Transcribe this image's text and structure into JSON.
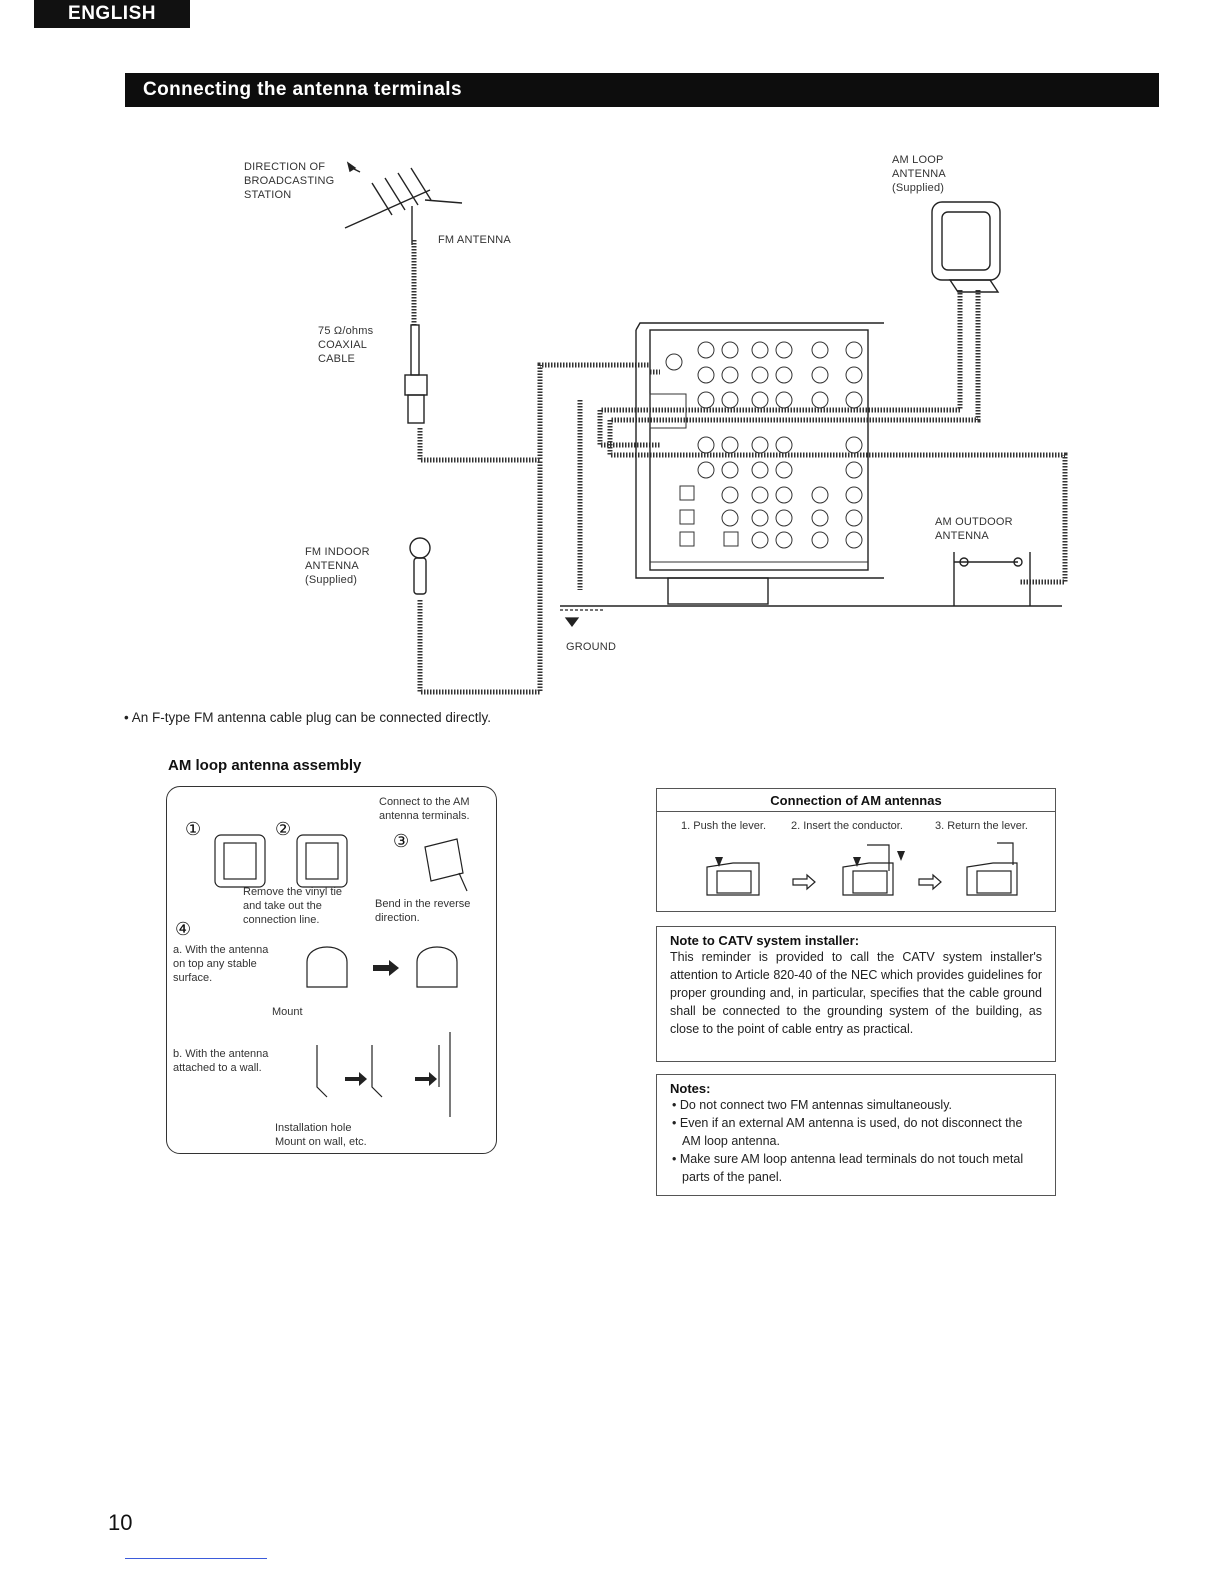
{
  "header": {
    "language_tab": "ENGLISH"
  },
  "section": {
    "title": "Connecting the antenna terminals"
  },
  "diagram": {
    "direction_label": "DIRECTION OF\nBROADCASTING\nSTATION",
    "fm_antenna": "FM ANTENNA",
    "coax_label": "75 Ω/ohms\nCOAXIAL\nCABLE",
    "fm_indoor": "FM INDOOR\nANTENNA\n(Supplied)",
    "ground": "GROUND",
    "am_loop": "AM LOOP\nANTENNA\n(Supplied)",
    "am_outdoor": "AM OUTDOOR\nANTENNA"
  },
  "fm_note": "• An F-type FM antenna cable plug can be connected directly.",
  "assembly": {
    "heading": "AM loop antenna assembly",
    "connect_text": "Connect to the AM\nantenna terminals.",
    "step1": "①",
    "step2": "②",
    "step3": "③",
    "step4": "④",
    "remove_text": "Remove the vinyl tie\nand take out the\nconnection line.",
    "bend_text": "Bend in the reverse\ndirection.",
    "a_text": "a. With the antenna\n    on top any stable\n    surface.",
    "mount": "Mount",
    "b_text": "b. With the antenna\n    attached to a wall.",
    "install_text": "Installation hole\nMount on wall, etc."
  },
  "connection_box": {
    "title": "Connection of AM antennas",
    "step1": "1. Push the lever.",
    "step2": "2. Insert the conductor.",
    "step3": "3. Return the lever."
  },
  "catv": {
    "title": "Note to CATV system installer:",
    "body": "This reminder is provided to call the CATV system installer's attention to Article 820-40 of the NEC which provides guidelines for proper grounding and, in particular, specifies that the cable ground shall be connected to the grounding system of the building, as close to the point of cable entry as practical."
  },
  "notes": {
    "title": "Notes:",
    "items": [
      "Do not connect two FM antennas simultaneously.",
      "Even if an external AM antenna is used, do not disconnect the AM loop antenna.",
      "Make sure AM loop antenna lead terminals do not touch metal parts of the panel."
    ]
  },
  "footer": {
    "page_number": "10"
  }
}
